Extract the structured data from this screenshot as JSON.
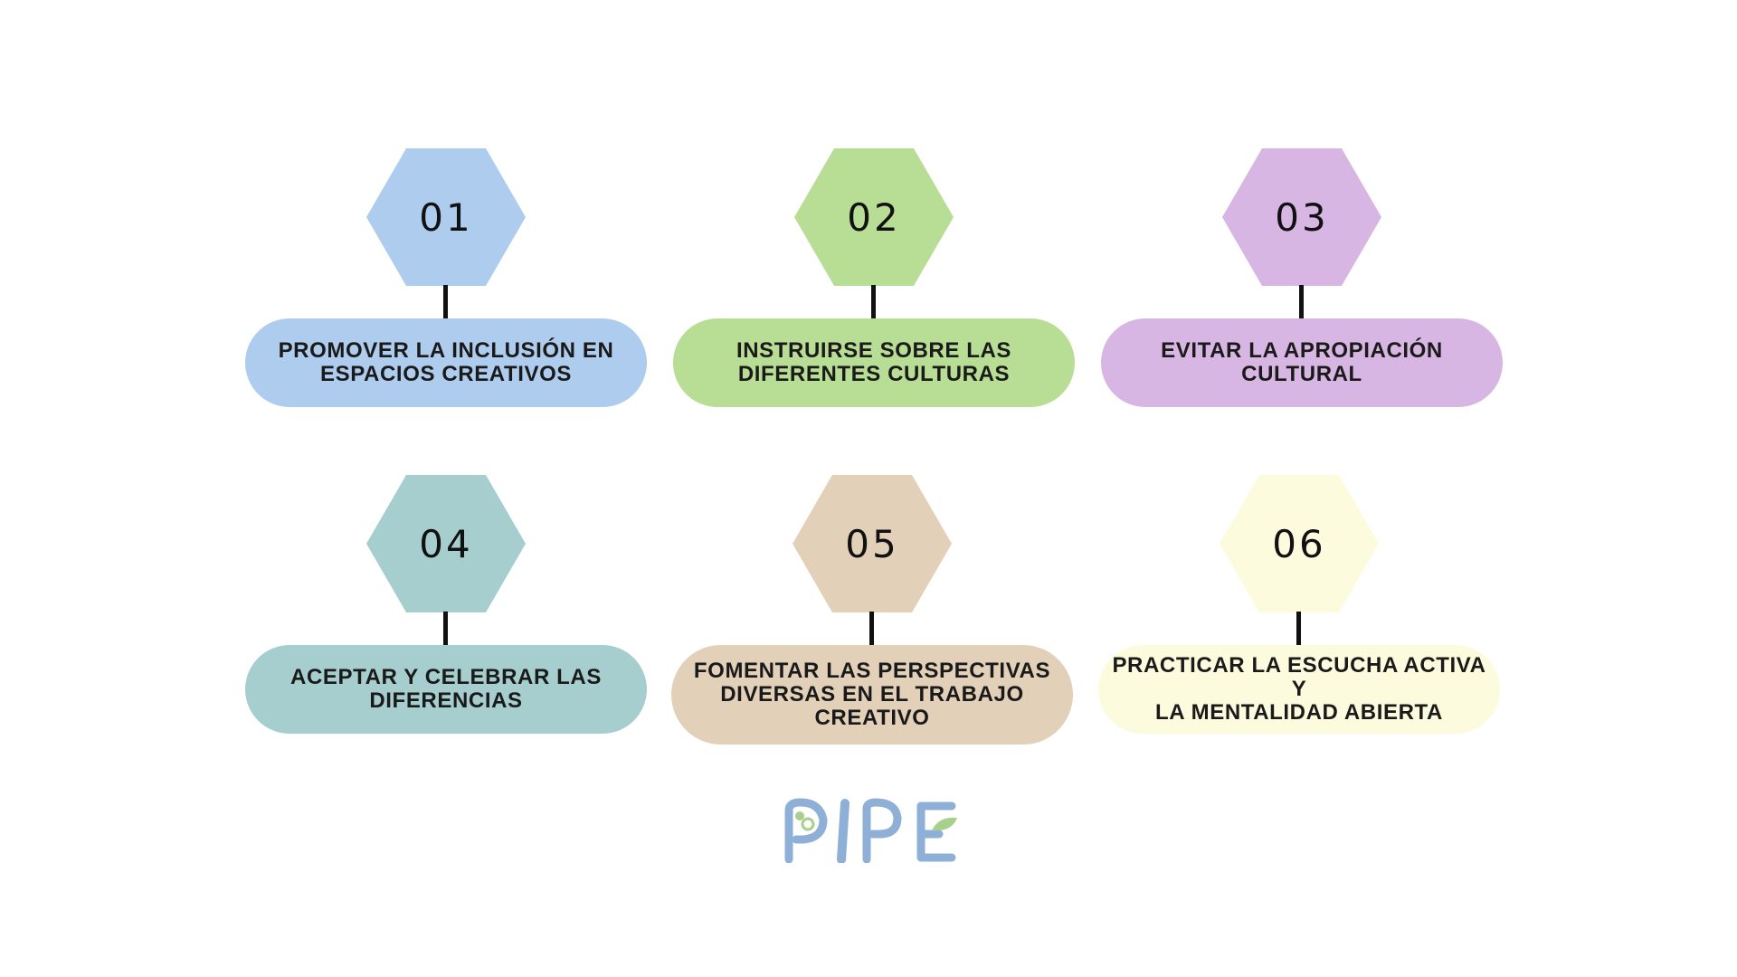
{
  "items": [
    {
      "number": "01",
      "text": "PROMOVER LA INCLUSIÓN EN\nESPACIOS CREATIVOS",
      "color": "#aecdee"
    },
    {
      "number": "02",
      "text": "INSTRUIRSE SOBRE LAS\nDIFERENTES CULTURAS",
      "color": "#b8dd94"
    },
    {
      "number": "03",
      "text": "EVITAR LA APROPIACIÓN\nCULTURAL",
      "color": "#d8b6e4"
    },
    {
      "number": "04",
      "text": "ACEPTAR Y CELEBRAR LAS\nDIFERENCIAS",
      "color": "#a6cece"
    },
    {
      "number": "05",
      "text": "FOMENTAR LAS PERSPECTIVAS\nDIVERSAS EN EL TRABAJO\nCREATIVO",
      "color": "#e2d0b9"
    },
    {
      "number": "06",
      "text": "PRACTICAR LA ESCUCHA ACTIVA Y\nLA MENTALIDAD ABIERTA",
      "color": "#fdfbdd"
    }
  ],
  "logo": {
    "text": "PIPE",
    "colors": {
      "blue": "#8fb0d6",
      "green": "#a9cf8d"
    }
  }
}
